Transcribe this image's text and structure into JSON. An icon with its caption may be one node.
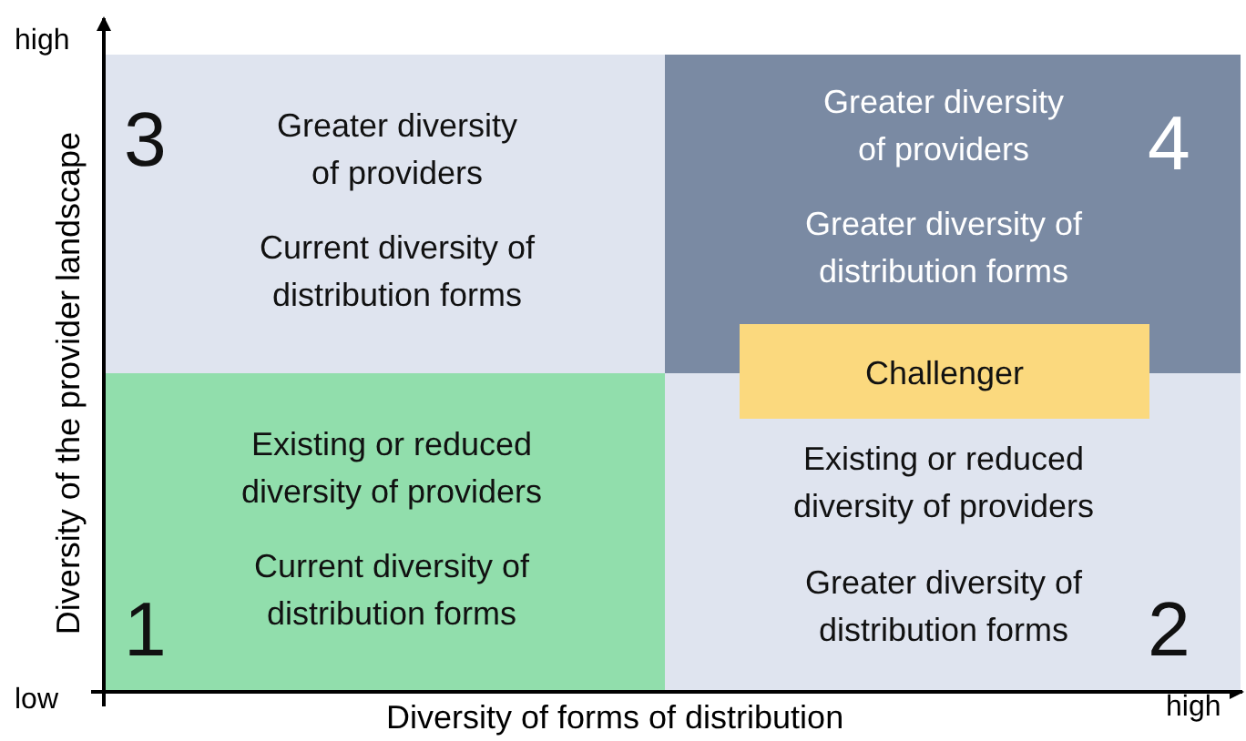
{
  "diagram": {
    "nodes": [
      {
        "text": [
          "3",
          "Greater diversity of providers",
          "Current diversity of distribution forms"
        ]
      },
      {
        "text": [
          "Greater diversity of providers",
          "4",
          "Greater diversity of distribution forms"
        ]
      },
      {
        "text": [
          "Challenger"
        ]
      },
      {
        "text": [
          "Existing or reduced diversity of providers",
          "Current diversity of distribution forms",
          "1"
        ]
      },
      {
        "text": [
          "Existing or reduced diversity of providers",
          "Greater diversity of distribution forms",
          "2"
        ]
      }
    ],
    "edges": [],
    "labels": [
      "high",
      "Diversity of the provider landscape",
      "low",
      "Diversity of forms of distribution",
      "high"
    ]
  }
}
